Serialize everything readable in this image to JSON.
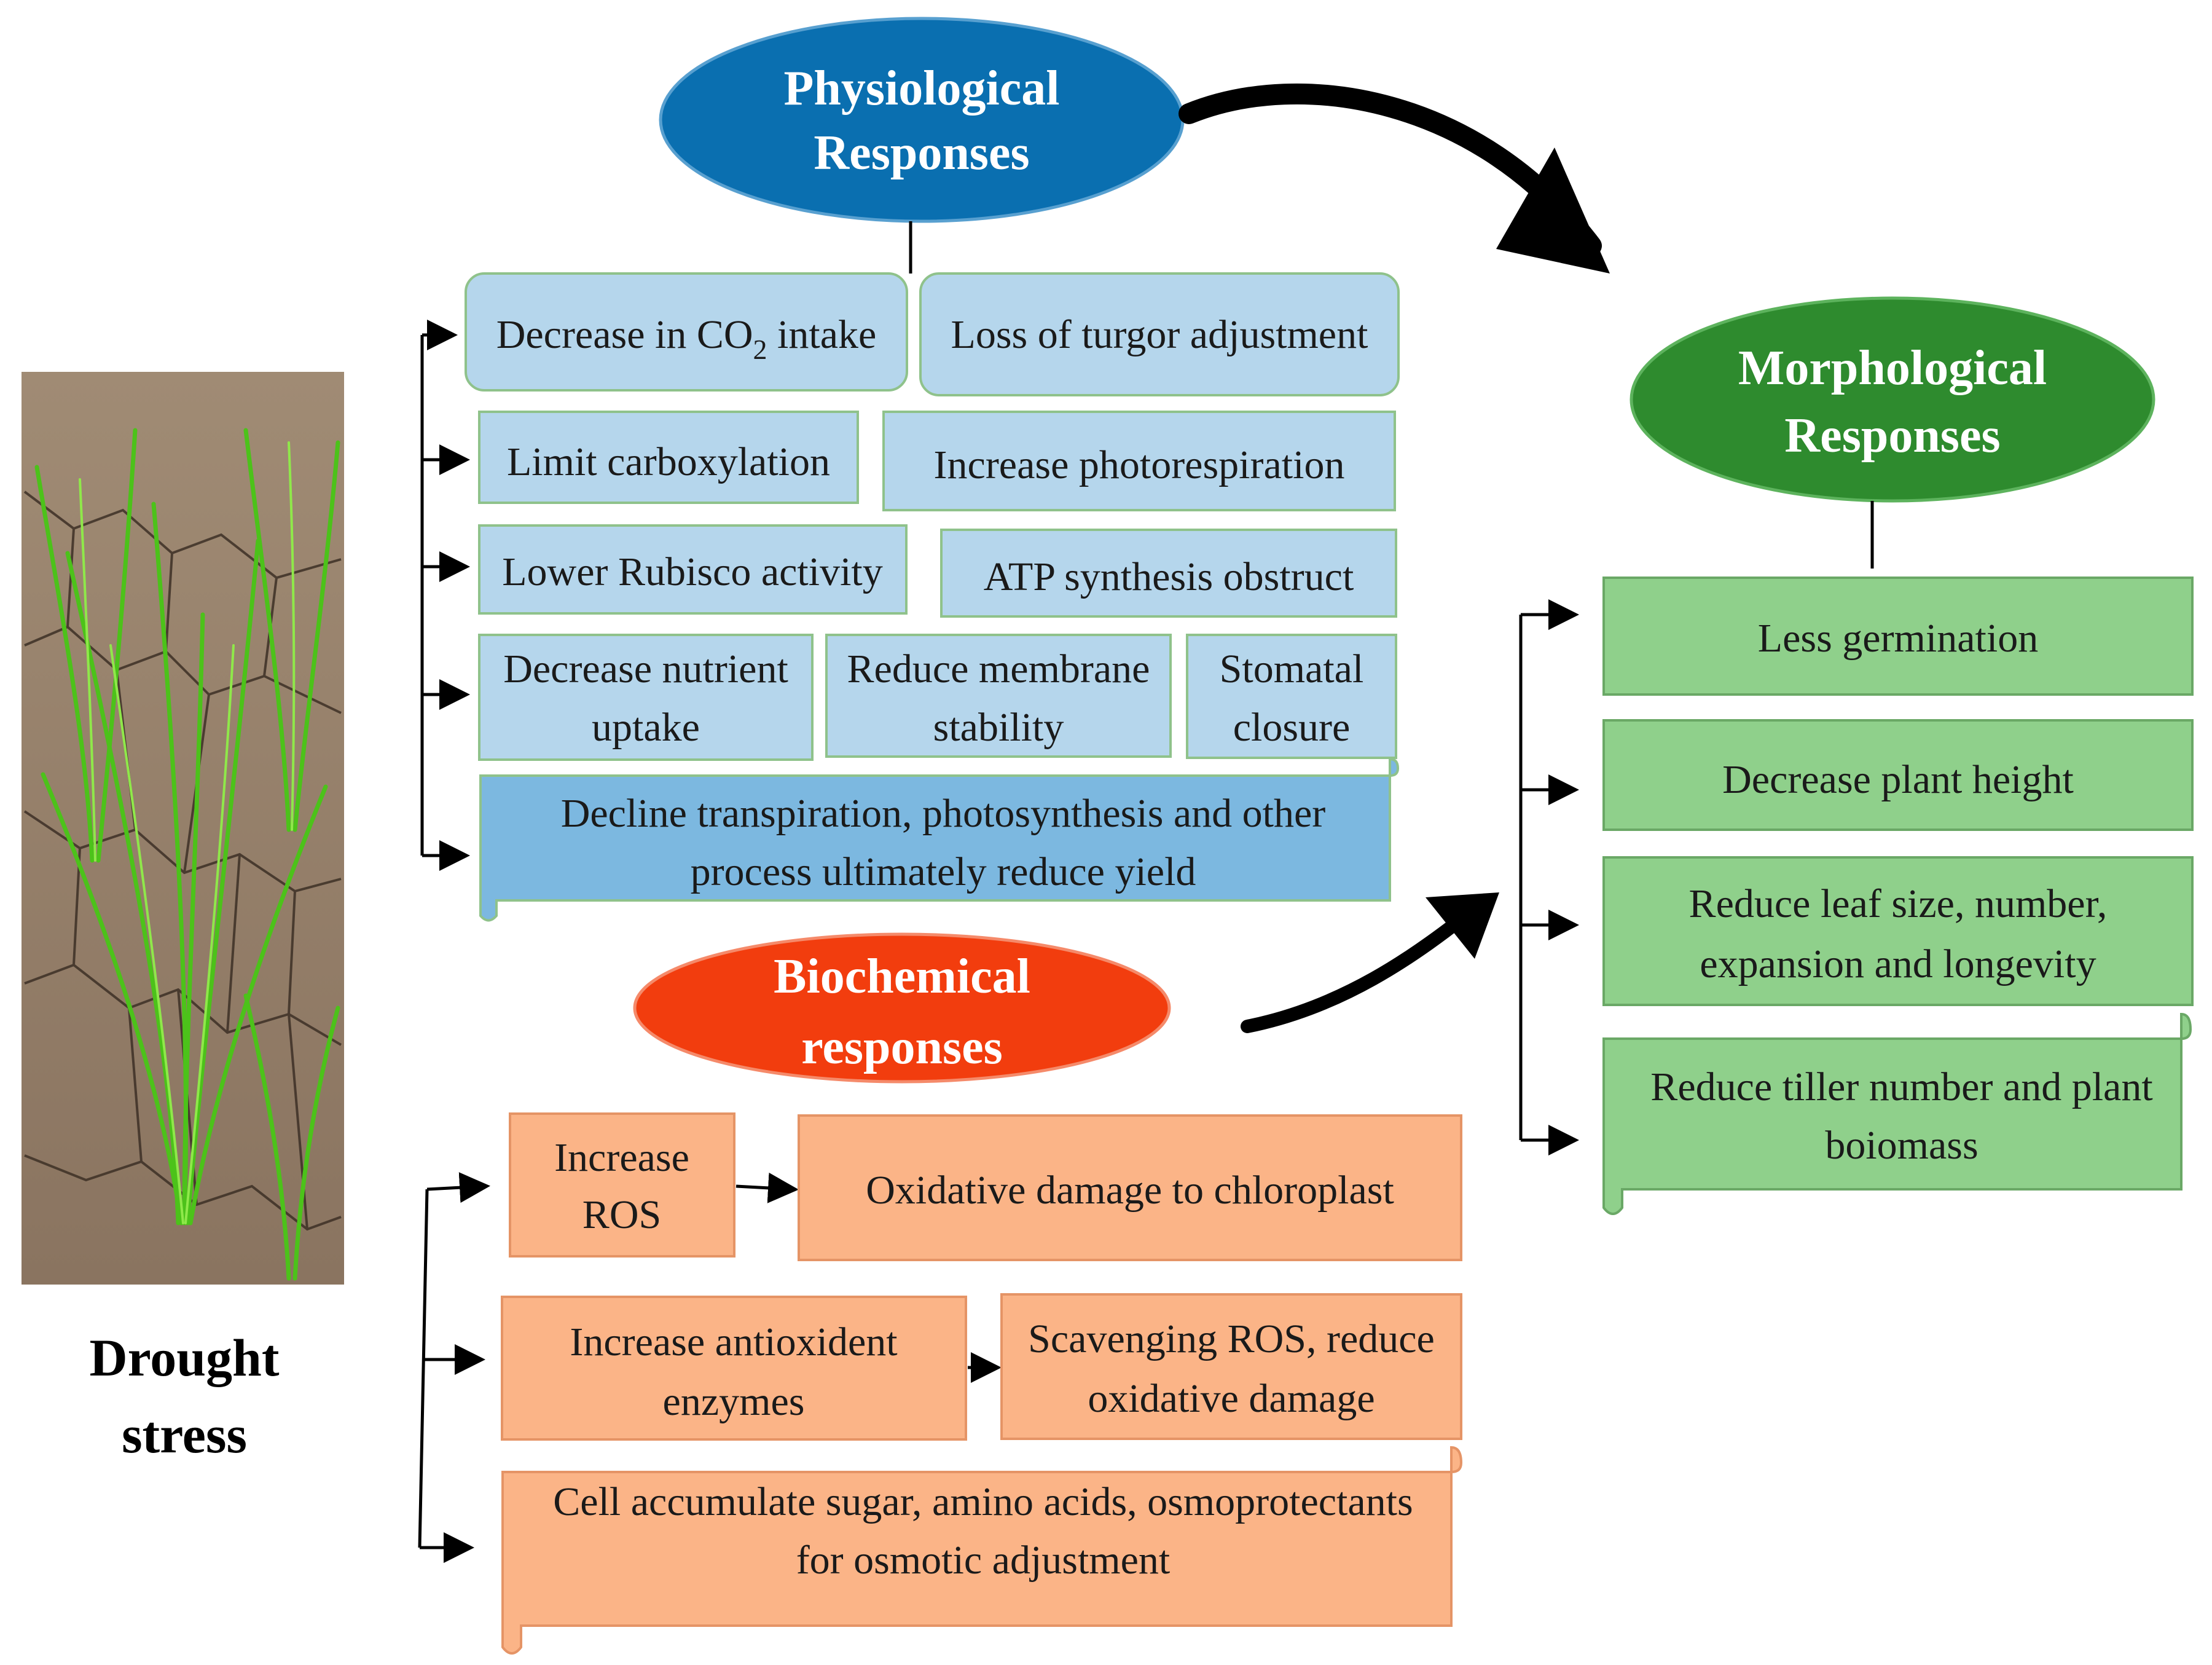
{
  "drought": {
    "line1": "Drought",
    "line2": "stress"
  },
  "physiological": {
    "title_line1": "Physiological",
    "title_line2": "Responses",
    "items": [
      "Decrease  in CO",
      "2",
      " intake",
      "Loss of turgor adjustment",
      "Limit carboxylation",
      "Increase  photorespiration",
      "Lower Rubisco activity",
      "ATP synthesis  obstruct",
      "Decrease  nutrient",
      "uptake",
      "Reduce membrane",
      "stability",
      "Stomatal",
      "closure",
      "Decline transpiration, photosynthesis  and other",
      "process ultimately  reduce yield"
    ]
  },
  "morphological": {
    "title_line1": "Morphological",
    "title_line2": "Responses",
    "items": [
      "Less germination",
      "Decrease  plant height",
      "Reduce leaf size, number,",
      "expansion  and longevity",
      "Reduce tiller number  and plant",
      "boiomass"
    ]
  },
  "biochemical": {
    "title_line1": "Biochemical",
    "title_line2": "responses",
    "items": [
      "Increase",
      "ROS",
      "Oxidative  damage to chloroplast",
      "Increase  antioxident",
      "enzymes",
      "Scavenging  ROS, reduce",
      "oxidative damage",
      "Cell accumulate sugar, amino acids, osmoprotectants",
      "for osmotic adjustment"
    ]
  },
  "colors": {
    "physiological_ellipse": "#0a6fb0",
    "morphological_ellipse": "#2e8b2e",
    "biochemical_ellipse": "#f23d0e",
    "blue_box": "#b5d6ec",
    "green_box": "#8fd08b",
    "orange_box": "#fbb487"
  }
}
